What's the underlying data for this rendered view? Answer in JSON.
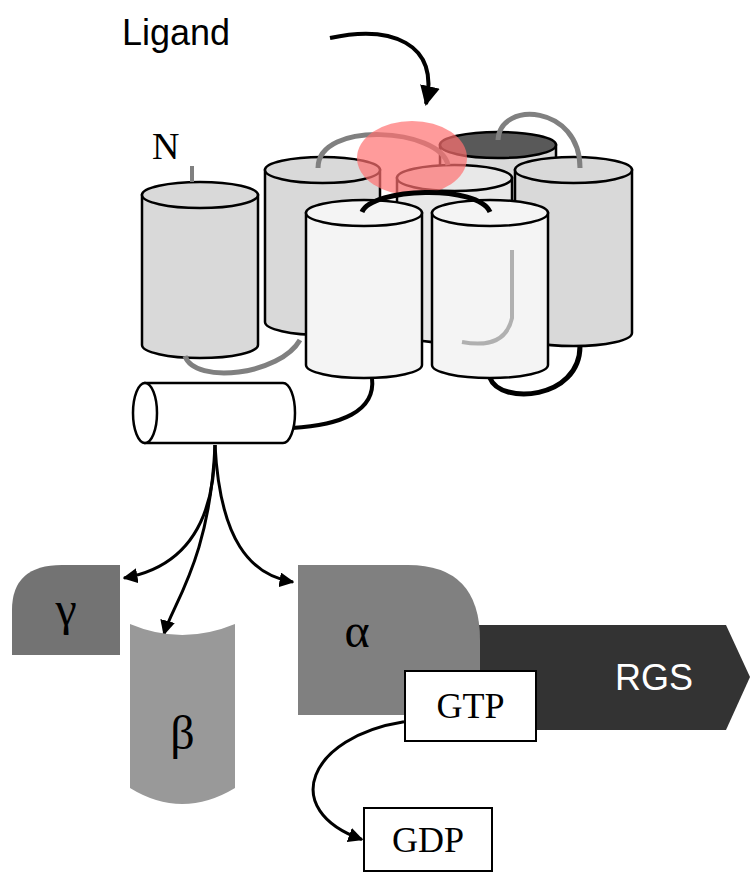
{
  "diagram": {
    "nodes": [
      {
        "text": [
          "γ"
        ]
      },
      {
        "text": [
          "β"
        ]
      },
      {
        "text": [
          "α"
        ]
      },
      {
        "text": [
          "RGS"
        ]
      },
      {
        "text": [
          "GTP"
        ]
      },
      {
        "text": [
          "GDP"
        ]
      }
    ],
    "edges": [
      {
        "from": 4,
        "to": 5,
        "arrow": "to"
      }
    ],
    "labels": [
      "Ligand",
      "N"
    ]
  }
}
